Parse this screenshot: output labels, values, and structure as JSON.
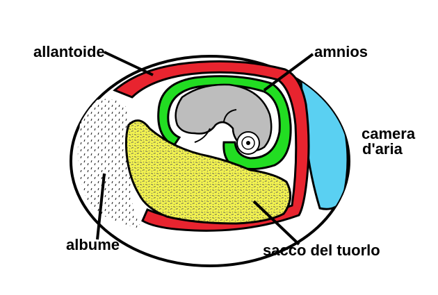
{
  "labels": {
    "allantoide": "allantoide",
    "amnios": "amnios",
    "camera_line1": "camera",
    "camera_line2": "d'aria",
    "albume": "albume",
    "sacco": "sacco del tuorlo"
  },
  "colors": {
    "allantois": "#e8242f",
    "amnion": "#22dd22",
    "embryo": "#bdbdbd",
    "yolk": "#f2f250",
    "air_chamber": "#5ad0f2",
    "outline": "#000000",
    "background": "#ffffff"
  }
}
